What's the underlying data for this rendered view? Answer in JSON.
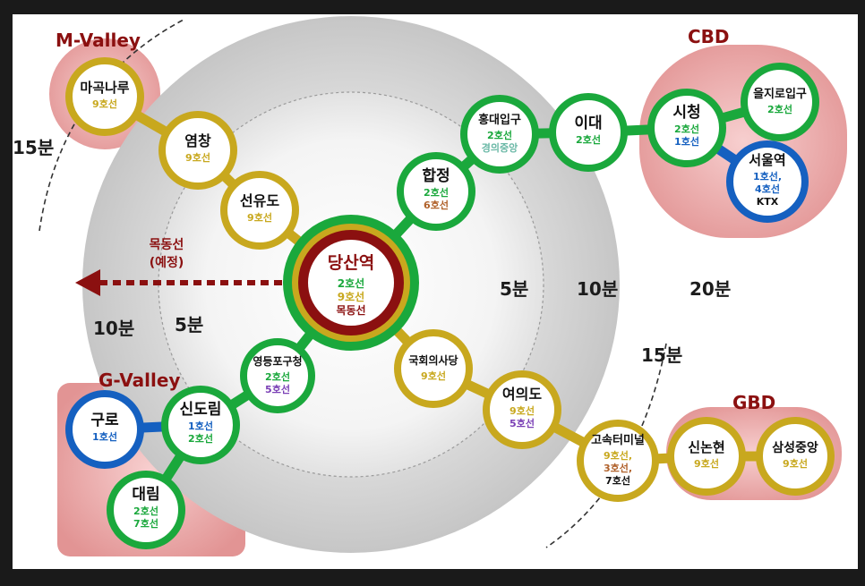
{
  "colors": {
    "background_frame": "#1a1a1a",
    "canvas": "#ffffff",
    "line2_green": "#1aa83c",
    "line9_gold": "#c8a81e",
    "line1_blue": "#1560c0",
    "line5_purple": "#7a3fb5",
    "line6_brown": "#b0612a",
    "gyeongui_teal": "#6ab8a6",
    "mokdong_maroon": "#8b1010",
    "district_pink": "#e8a2a2",
    "ring_gray": "#cfcfcf"
  },
  "districts": {
    "m_valley": "M-Valley",
    "g_valley": "G-Valley",
    "cbd": "CBD",
    "gbd": "GBD"
  },
  "time_labels": {
    "five_left": "5분",
    "five_right": "5분",
    "ten_left": "10분",
    "ten_right": "10분",
    "fifteen_left": "15분",
    "fifteen_right": "15분",
    "twenty": "20분"
  },
  "mokdong": {
    "label_line1": "목동선",
    "label_line2": "(예정)"
  },
  "hub": {
    "name": "당산역",
    "lines": [
      "2호선",
      "9호선",
      "목동선"
    ]
  },
  "stations": {
    "magongnaru": {
      "name": "마곡나루",
      "lines": [
        "9호선"
      ]
    },
    "yeomchang": {
      "name": "염창",
      "lines": [
        "9호선"
      ]
    },
    "seonyudo": {
      "name": "선유도",
      "lines": [
        "9호선"
      ]
    },
    "hapjeong": {
      "name": "합정",
      "lines": [
        "2호선",
        "6호선"
      ]
    },
    "hongdae": {
      "name": "홍대입구",
      "lines": [
        "2호선",
        "경의중앙"
      ]
    },
    "idae": {
      "name": "이대",
      "lines": [
        "2호선"
      ]
    },
    "sicheong": {
      "name": "시청",
      "lines": [
        "2호선",
        "1호선"
      ]
    },
    "euljiro": {
      "name": "을지로입구",
      "lines": [
        "2호선"
      ]
    },
    "seoul": {
      "name": "서울역",
      "lines": [
        "1호선,",
        "4호선",
        "KTX"
      ]
    },
    "yeongdeungpo_gu": {
      "name": "영등포구청",
      "lines": [
        "2호선",
        "5호선"
      ]
    },
    "sindorim": {
      "name": "신도림",
      "lines": [
        "1호선",
        "2호선"
      ]
    },
    "guro": {
      "name": "구로",
      "lines": [
        "1호선"
      ]
    },
    "daerim": {
      "name": "대림",
      "lines": [
        "2호선",
        "7호선"
      ]
    },
    "gukhoe": {
      "name": "국회의사당",
      "lines": [
        "9호선"
      ]
    },
    "yeouido": {
      "name": "여의도",
      "lines": [
        "9호선",
        "5호선"
      ]
    },
    "express_bus": {
      "name": "고속터미널",
      "lines": [
        "9호선,",
        "3호선,",
        "7호선"
      ]
    },
    "sinnonhyeon": {
      "name": "신논현",
      "lines": [
        "9호선"
      ]
    },
    "samseong": {
      "name": "삼성중앙",
      "lines": [
        "9호선"
      ]
    }
  }
}
